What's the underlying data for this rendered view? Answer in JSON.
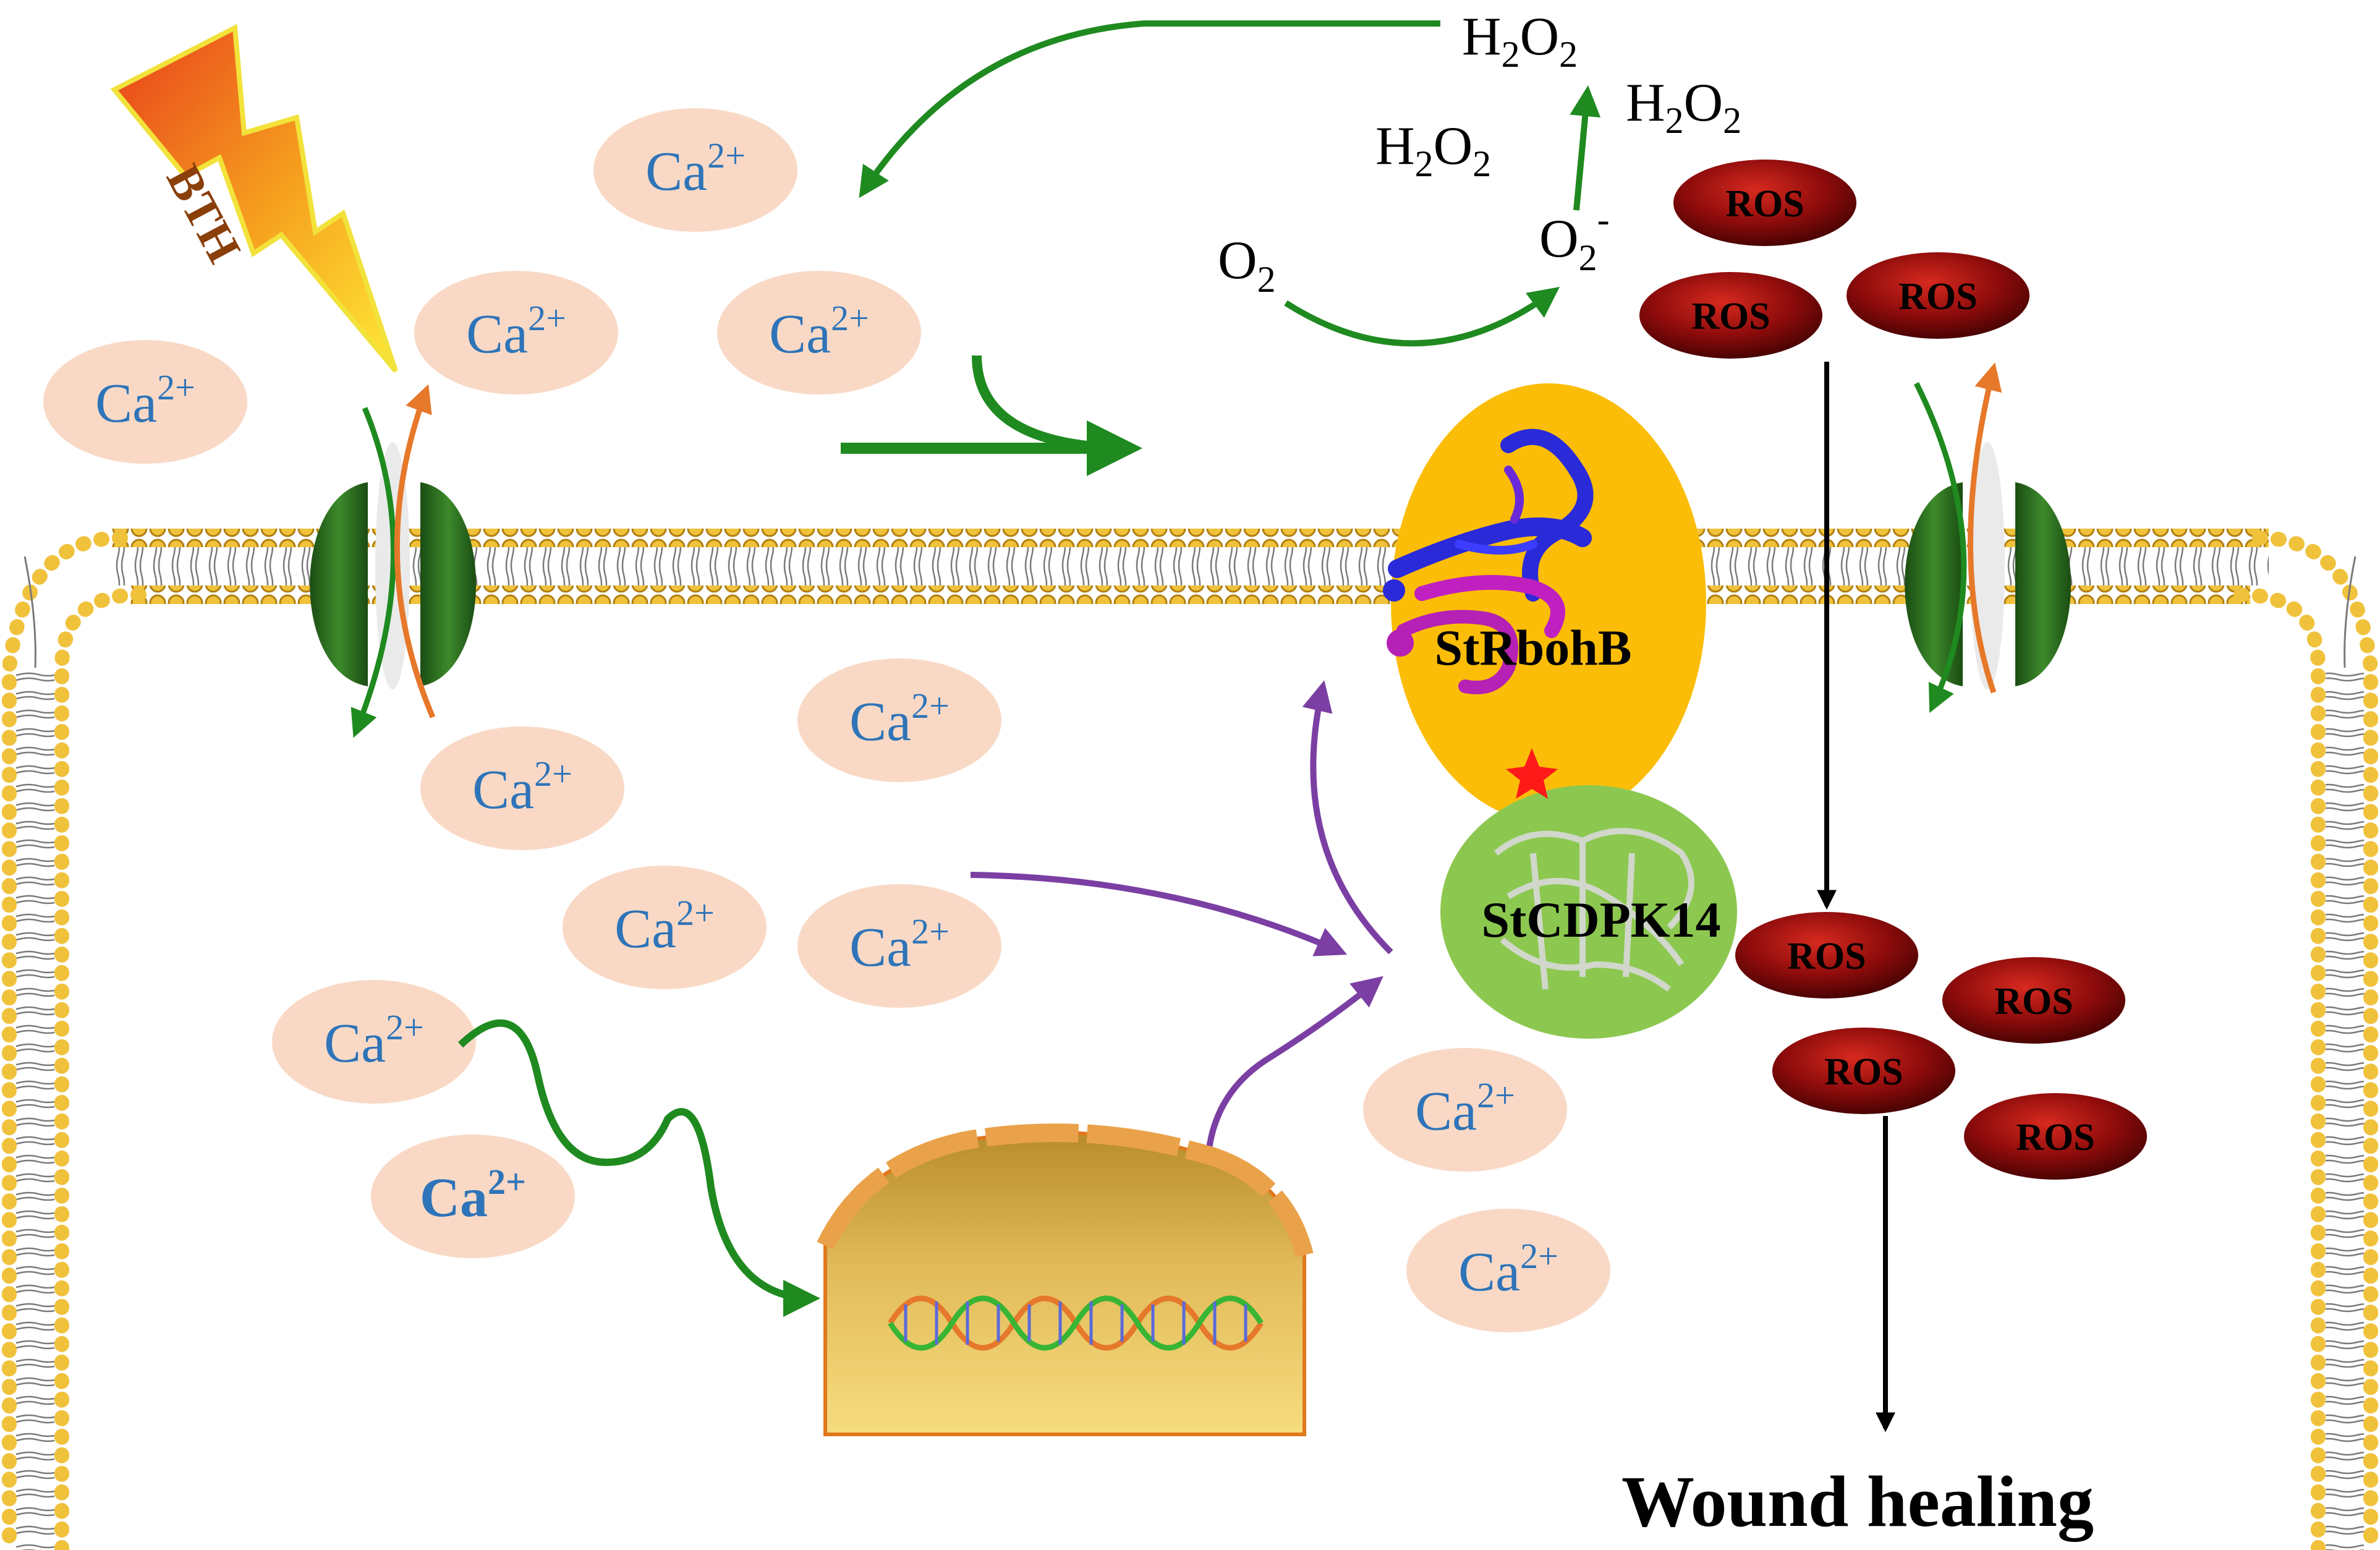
{
  "stimulus": {
    "label": "BTH"
  },
  "calcium": {
    "ion": "Ca",
    "charge": "2+"
  },
  "ros": {
    "label": "ROS"
  },
  "chemicals": {
    "h2o2_main": "H",
    "h2o2_sub": "2",
    "h2o2_o": "O",
    "h2o2_sub2": "2",
    "o2": "O",
    "o2_sub": "2",
    "superoxide": "O",
    "superoxide_sub": "2",
    "superoxide_sup": "-"
  },
  "proteins": {
    "rboh": "StRbohB",
    "cdpk": "StCDPK14"
  },
  "outcome": {
    "label": "Wound healing"
  },
  "colors": {
    "membrane_bead": "#f0c23c",
    "membrane_bead_edge": "#b07f10",
    "calcium_fill": "#f9d9c6",
    "calcium_text": "#2e74b8",
    "ros_fill": "#8c0b0b",
    "channel_green": "#2e6a22",
    "arrow_green": "#1f8a1f",
    "arrow_purple": "#7b3fa3",
    "arrow_orange": "#e6782a",
    "rboh_fill": "#fbbd08",
    "cdpk_fill": "#8cc850",
    "nucleus_fill": "#e8c262"
  }
}
